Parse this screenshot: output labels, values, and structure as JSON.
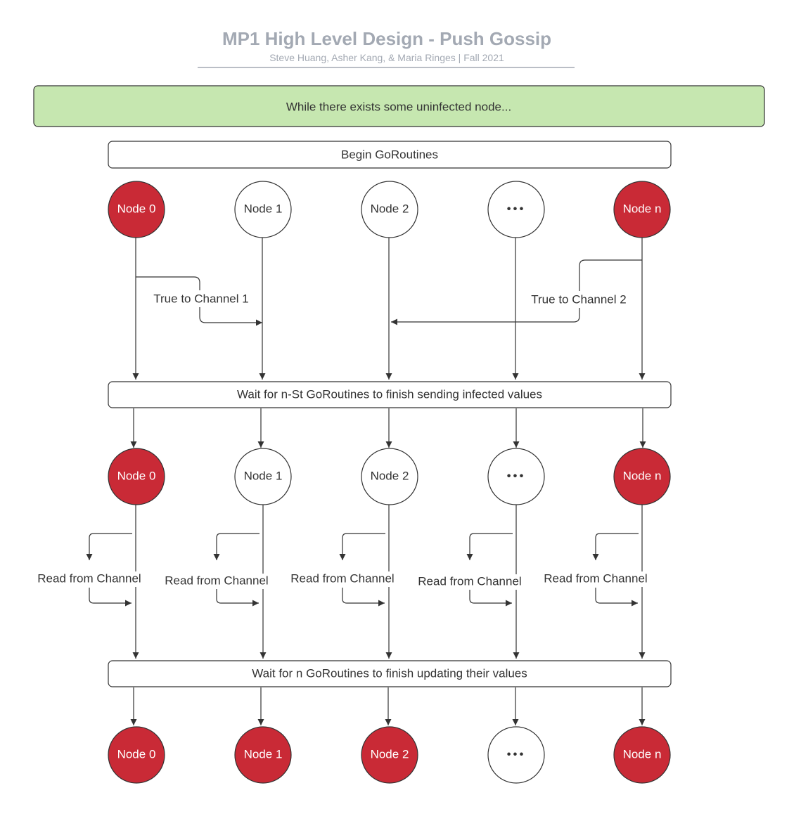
{
  "header": {
    "title": "MP1 High Level Design - Push Gossip",
    "subtitle": "Steve Huang, Asher Kang, & Maria Ringes  |  Fall 2021"
  },
  "banner": {
    "text": "While there exists some uninfected node...",
    "fill": "#c6e7b0"
  },
  "boxes": {
    "begin": "Begin GoRoutines",
    "wait_send": "Wait for n-St GoRoutines to finish sending infected values",
    "wait_update": "Wait for n GoRoutines to finish updating their values"
  },
  "colors": {
    "infected": "#c92a36",
    "uninfected": "#ffffff",
    "stroke": "#333333"
  },
  "rows": [
    [
      {
        "label": "Node 0",
        "infected": true
      },
      {
        "label": "Node 1",
        "infected": false
      },
      {
        "label": "Node 2",
        "infected": false
      },
      {
        "label": "•••",
        "infected": false
      },
      {
        "label": "Node n",
        "infected": true
      }
    ],
    [
      {
        "label": "Node 0",
        "infected": true
      },
      {
        "label": "Node 1",
        "infected": false
      },
      {
        "label": "Node 2",
        "infected": false
      },
      {
        "label": "•••",
        "infected": false
      },
      {
        "label": "Node n",
        "infected": true
      }
    ],
    [
      {
        "label": "Node 0",
        "infected": true
      },
      {
        "label": "Node 1",
        "infected": true
      },
      {
        "label": "Node 2",
        "infected": true
      },
      {
        "label": "•••",
        "infected": false
      },
      {
        "label": "Node n",
        "infected": true
      }
    ]
  ],
  "send_labels": [
    "True to Channel 1",
    "True to Channel 2"
  ],
  "read_label": "Read from Channel"
}
